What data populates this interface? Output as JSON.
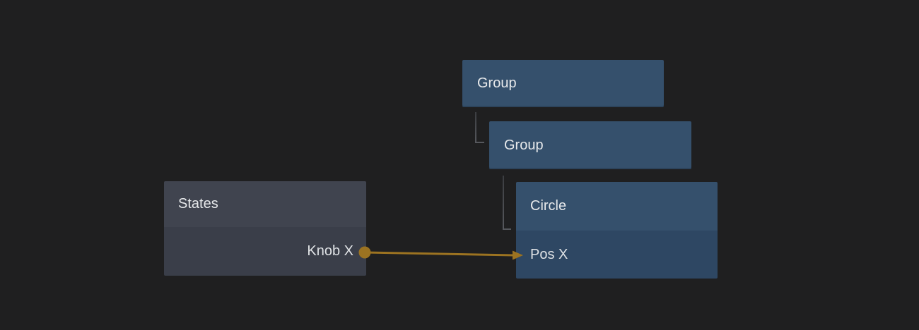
{
  "graph": {
    "background_color": "#1f1f20",
    "nodes": {
      "group1": {
        "label": "Group"
      },
      "group2": {
        "label": "Group"
      },
      "circle": {
        "label": "Circle",
        "property": "Pos X"
      },
      "states": {
        "label": "States",
        "property": "Knob X"
      }
    },
    "connection": {
      "source_node": "States",
      "source_property": "Knob X",
      "target_node": "Circle",
      "target_property": "Pos X",
      "color": "#9c7321"
    },
    "colors": {
      "group_node": "#35506c",
      "circle_header": "#35506c",
      "circle_body": "#2e4763",
      "states_header": "#40444f",
      "states_body": "#3a3e49",
      "tree_line": "#56585d",
      "arrow": "#9c7321",
      "label_text": "#e7e9eb"
    }
  }
}
